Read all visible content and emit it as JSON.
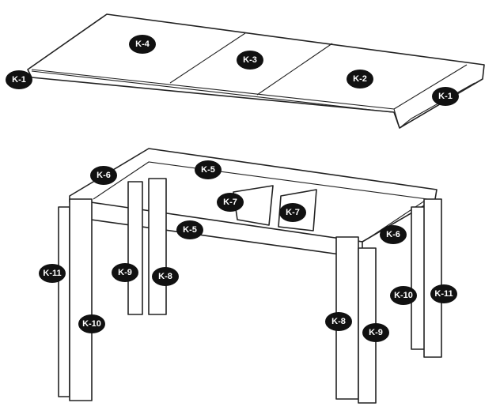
{
  "labels": {
    "k1_left": "K-1",
    "k4": "K-4",
    "k3": "K-3",
    "k2": "K-2",
    "k1_right": "K-1",
    "k6_left": "K-6",
    "k5_back": "K-5",
    "k7_left": "K-7",
    "k7_right": "K-7",
    "k5_front": "K-5",
    "k6_right": "K-6",
    "k11_left": "K-11",
    "k9_back": "K-9",
    "k8_back": "K-8",
    "k10_left": "K-10",
    "k8_front": "K-8",
    "k9_front": "K-9",
    "k10_right": "K-10",
    "k11_right": "K-11"
  }
}
